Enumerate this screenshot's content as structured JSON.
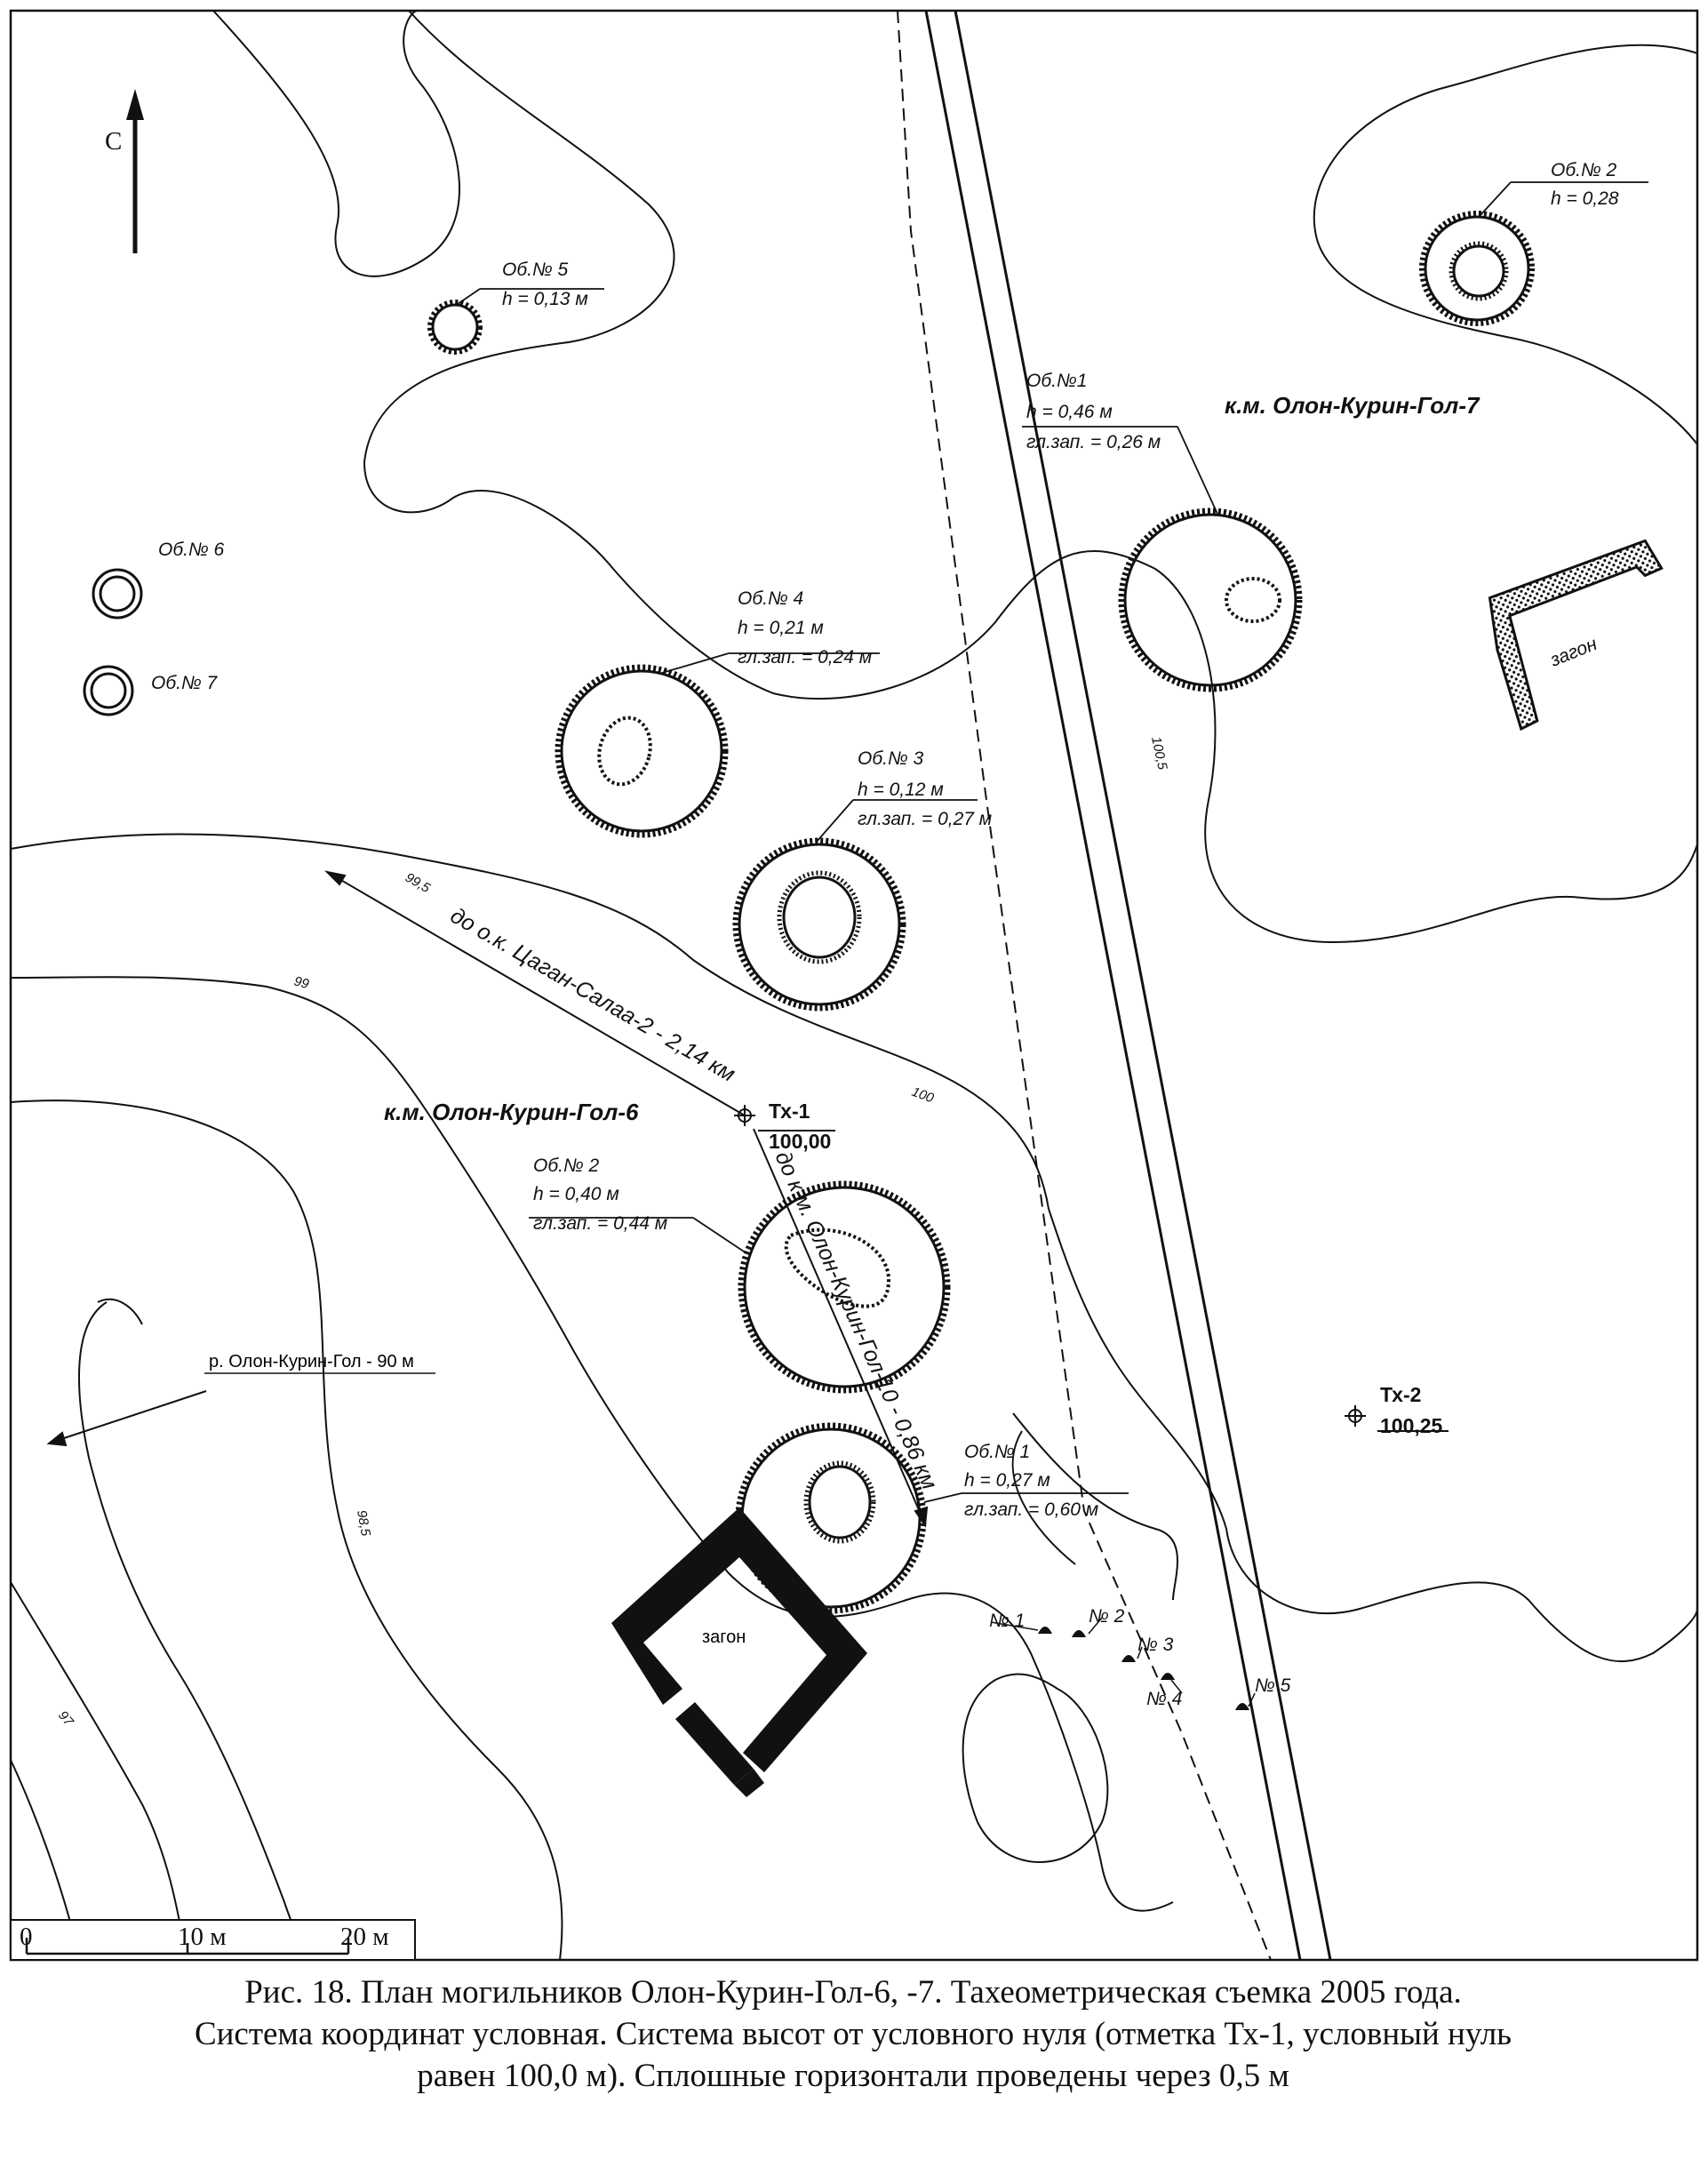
{
  "north": {
    "label": "С"
  },
  "sites": {
    "site7": "к.м. Олон-Курин-Гол-7",
    "site6": "к.м. Олон-Курин-Гол-6"
  },
  "objects": {
    "s7_ob2": {
      "name": "Об.№ 2",
      "h": "h = 0,28"
    },
    "s7_ob1": {
      "name": "Об.№1",
      "h": "h = 0,46 м",
      "fill": "гл.зап. = 0,26 м"
    },
    "ob5": {
      "name": "Об.№ 5",
      "h": "h = 0,13 м"
    },
    "ob6": {
      "name": "Об.№ 6"
    },
    "ob7": {
      "name": "Об.№ 7"
    },
    "ob4": {
      "name": "Об.№ 4",
      "h": "h = 0,21 м",
      "fill": "гл.зап. = 0,24 м"
    },
    "ob3": {
      "name": "Об.№ 3",
      "h": "h = 0,12 м",
      "fill": "гл.зап. = 0,27 м"
    },
    "ob2": {
      "name": "Об.№ 2",
      "h": "h = 0,40 м",
      "fill": "гл.зап. = 0,44 м"
    },
    "ob1": {
      "name": "Об.№ 1",
      "h": "h = 0,27 м",
      "fill": "гл.зап. = 0,60 м"
    }
  },
  "stations": {
    "tx1": {
      "name": "Тх-1",
      "elev": "100,00"
    },
    "tx2": {
      "name": "Тх-2",
      "elev": "100,25"
    }
  },
  "directions": {
    "tsagan": "до о.к. Цаган-Салаа-2 - 2,14 км",
    "olon10": "до к.м. Олон-Курин-Гол-10 - 0,86 км",
    "river": "р. Олон-Курин-Гол - 90 м"
  },
  "corrals": {
    "big": "загон",
    "small": "загон"
  },
  "small_features": {
    "n1": "№ 1",
    "n2": "№ 2",
    "n3": "№ 3",
    "n4": "№ 4",
    "n5": "№ 5"
  },
  "contours": {
    "c100_5": "100,5",
    "c100": "100",
    "c99_5": "99,5",
    "c99": "99",
    "c98_5": "98,5",
    "c97": "97"
  },
  "scale": {
    "t0": "0",
    "t10": "10 м",
    "t20": "20 м"
  },
  "caption": {
    "line1": "Рис. 18. План могильников Олон-Курин-Гол-6, -7. Тахеометрическая съемка 2005 года.",
    "line2": "Система координат условная. Система высот от условного нуля (отметка Тх-1, условный нуль",
    "line3": "равен 100,0 м). Сплошные горизонтали проведены через 0,5 м"
  }
}
